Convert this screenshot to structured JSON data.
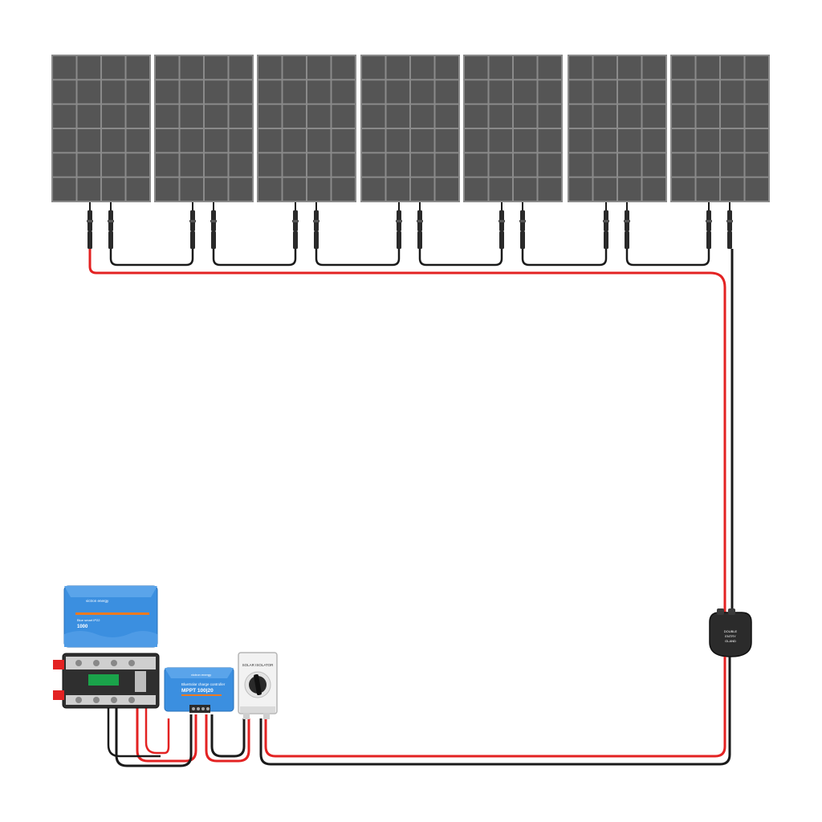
{
  "colors": {
    "background": "#ffffff",
    "panel_fill": "#555555",
    "panel_cell": "#5a5a5a",
    "panel_frame": "#8a8a8a",
    "cable_positive": "#e32222",
    "cable_negative": "#1a1a1a",
    "victron_blue": "#3b8fe0",
    "accent_orange": "#f07a1f"
  },
  "solar_array": {
    "panel_count": 7,
    "wiring": "series"
  },
  "components": {
    "inverter": {
      "brand": "victron energy",
      "model_line": "Blue smart IP22",
      "rating": "1000",
      "icon": "inverter-icon"
    },
    "charge_controller": {
      "brand": "victron energy",
      "series": "BlueSolar charge controller",
      "model": "MPPT 100|20",
      "icon": "mppt-icon"
    },
    "isolator": {
      "label": "SOLAR ISOLATOR",
      "icon": "rotary-switch-icon"
    },
    "entry_gland": {
      "label_line1": "DOUBLE",
      "label_line2": "ENTRY",
      "label_line3": "GLAND",
      "icon": "cable-gland-icon"
    },
    "busbar": {
      "icon": "lynx-distributor-icon"
    }
  }
}
